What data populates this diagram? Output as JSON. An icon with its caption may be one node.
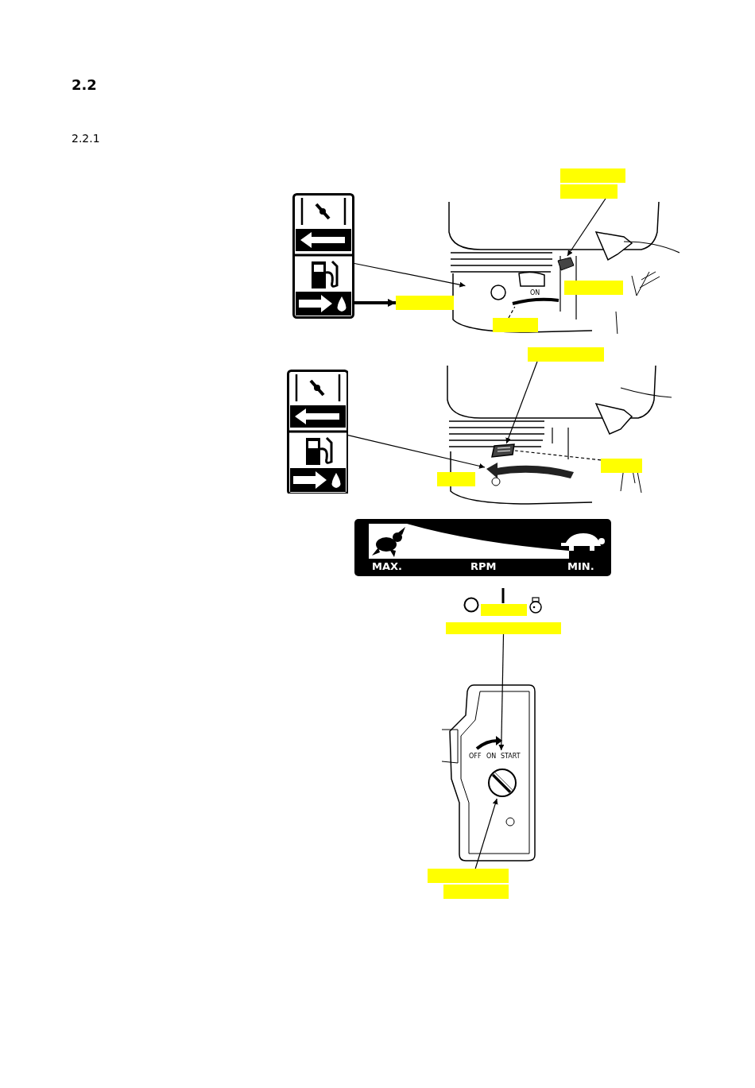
{
  "diagram": {
    "nodes": [
      {
        "text": [],
        "shape": "box"
      },
      {
        "text": [],
        "shape": "box"
      },
      {
        "text": [],
        "shape": "picture"
      },
      {
        "text": [],
        "shape": "picture"
      },
      {
        "text": [],
        "shape": "picture",
        "in": 3
      },
      {
        "text": [
          "ON"
        ],
        "in": 3
      },
      {
        "text": [],
        "shape": "box",
        "in": 3
      },
      {
        "text": [],
        "shape": "box"
      },
      {
        "text": [],
        "shape": "box",
        "in": 3
      },
      {
        "text": [],
        "shape": "box"
      },
      {
        "text": [],
        "shape": "picture"
      },
      {
        "text": [],
        "shape": "picture"
      },
      {
        "text": [],
        "shape": "picture",
        "in": 11
      },
      {
        "text": [],
        "shape": "picture",
        "in": 11
      },
      {
        "text": [],
        "shape": "box",
        "in": 11
      },
      {
        "text": [],
        "shape": "box",
        "in": 11
      },
      {
        "text": [
          "MAX.",
          "RPM",
          "MIN."
        ]
      },
      {
        "text": [],
        "shape": "box"
      },
      {
        "text": [],
        "shape": "box"
      },
      {
        "text": [],
        "shape": "picture"
      },
      {
        "text": [
          "OFF",
          "ON",
          "START"
        ],
        "in": 19
      },
      {
        "text": [],
        "shape": "picture",
        "in": 19
      },
      {
        "text": [],
        "shape": "box"
      },
      {
        "text": [],
        "shape": "box"
      }
    ],
    "edges": [
      {
        "from": 1,
        "to": 4,
        "arrow": "to"
      },
      {
        "from": 2,
        "to": 5,
        "arrow": "to"
      },
      {
        "from": 2,
        "to": 7,
        "arrow": "to",
        "style": "thick"
      },
      {
        "from": 8,
        "to": 5,
        "arrow": "none",
        "style": "dashed"
      },
      {
        "from": 9,
        "to": 12,
        "arrow": "to"
      },
      {
        "from": 10,
        "to": 13,
        "arrow": "to"
      },
      {
        "from": 14,
        "to": 12,
        "arrow": "none",
        "style": "dashed"
      },
      {
        "from": 18,
        "to": 20,
        "arrow": "to"
      },
      {
        "from": 22,
        "to": 21,
        "arrow": "to"
      }
    ],
    "labels": [
      "2.2",
      "2.2.1"
    ]
  }
}
